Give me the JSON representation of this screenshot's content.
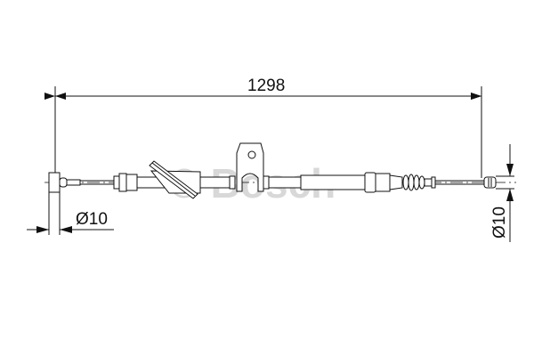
{
  "diagram": {
    "overall_length": "1298",
    "left_diameter": "Ø10",
    "right_diameter": "Ø10",
    "watermark": "© Bosch"
  },
  "colors": {
    "line": "#111111",
    "watermark": "#cfcfcf"
  }
}
